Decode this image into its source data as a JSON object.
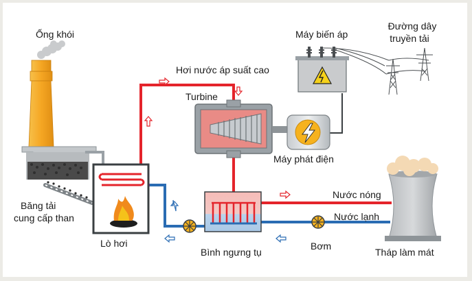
{
  "labels": {
    "chimney": "Ống khói",
    "transformer": "Máy biến áp",
    "line_1": "Đường dây",
    "line_2": "truyền tải",
    "steam": "Hơi nước áp suất cao",
    "turbine": "Turbine",
    "generator": "Máy phát điện",
    "conveyor_1": "Băng tải",
    "conveyor_2": "cung cấp than",
    "boiler": "Lò hơi",
    "condenser": "Bình ngưng tụ",
    "hot_water": "Nước nóng",
    "cold_water": "Nước lạnh",
    "pump": "Bơm",
    "cooling_tower": "Tháp làm mát"
  },
  "colors": {
    "background": "#ecebe6",
    "panel": "#ffffff",
    "hot_pipe": "#e4242b",
    "cold_pipe": "#2a6cb3",
    "mixed_pipe": "#8c3aa0",
    "steel": "#9aa1a6",
    "chimney": "#f5a623",
    "turbine": "#e98b86",
    "arrow": "#e4242b"
  },
  "icons": [
    "smoke-icon",
    "fire-icon",
    "pump-icon",
    "lightning-icon",
    "arrow-icon"
  ]
}
